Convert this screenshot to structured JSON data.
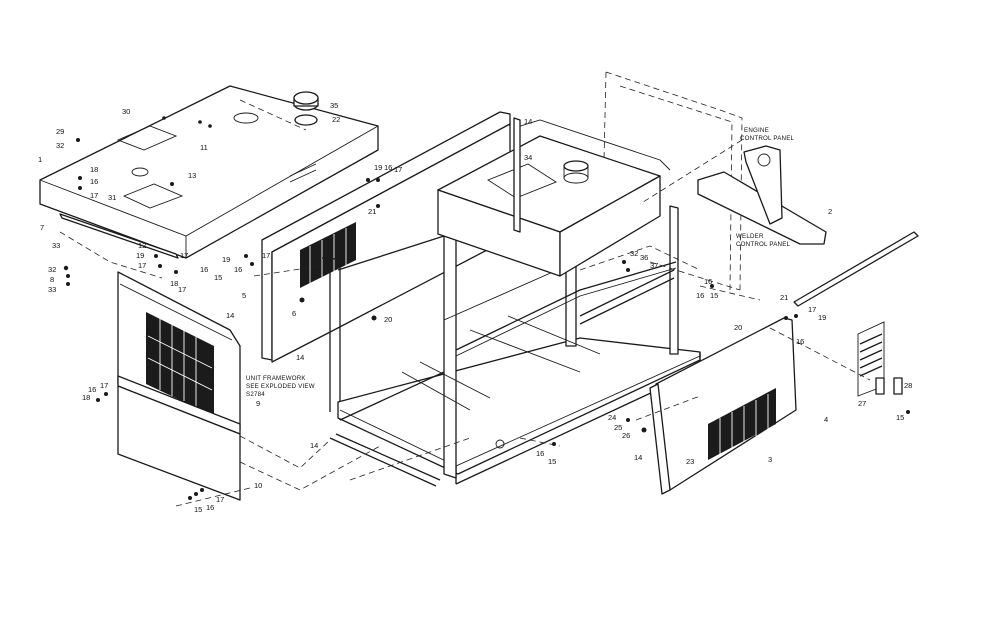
{
  "notes": {
    "engine_l1": "ENGINE",
    "engine_l2": "CONTROL PANEL",
    "welder_l1": "WELDER",
    "welder_l2": "CONTROL PANEL",
    "unit_l1": "UNIT FRAMEWORK",
    "unit_l2": "SEE EXPLODED VIEW",
    "unit_l3": "S2784"
  },
  "callouts": {
    "c1": "1",
    "c2": "2",
    "c3": "3",
    "c4": "4",
    "c5": "5",
    "c6": "6",
    "c7": "7",
    "c8": "8",
    "c9": "9",
    "c10": "10",
    "c11": "11",
    "c12": "12",
    "c13": "13",
    "c14": "14",
    "c15": "15",
    "c16": "16",
    "c17": "17",
    "c18": "18",
    "c19": "19",
    "c20": "20",
    "c21": "21",
    "c22": "22",
    "c23": "23",
    "c24": "24",
    "c25": "25",
    "c26": "26",
    "c27": "27",
    "c28": "28",
    "c29": "29",
    "c30": "30",
    "c31": "31",
    "c32": "32",
    "c33": "33",
    "c34": "34",
    "c35": "35",
    "c36": "36",
    "c37": "37"
  }
}
